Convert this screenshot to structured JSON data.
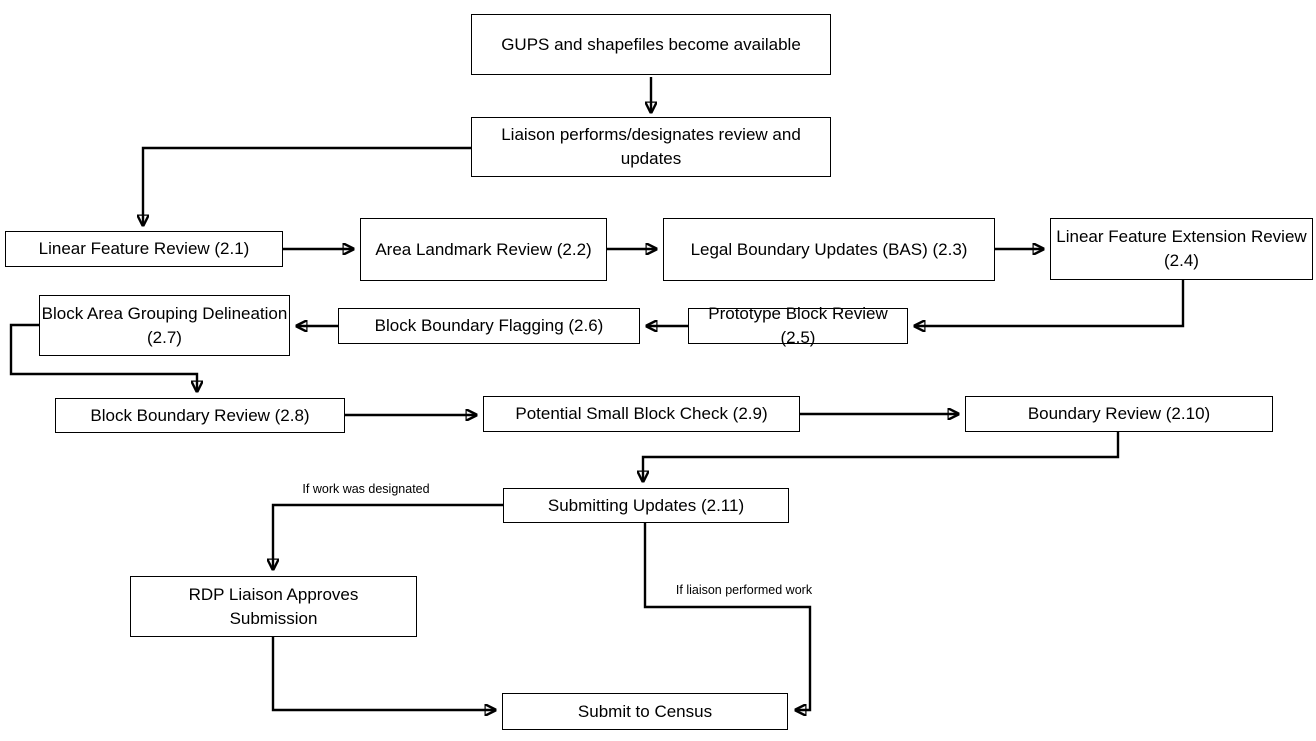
{
  "diagram": {
    "title_hint": "RDP GUPS review and submission flowchart",
    "colors": {
      "background": "#ffffff",
      "box_fill": "#ffffff",
      "box_border": "#000000",
      "line": "#000000",
      "text": "#000000"
    },
    "nodes": {
      "gups": {
        "label": "GUPS and shapefiles become available"
      },
      "liaison": {
        "label": "Liaison performs/designates review and updates"
      },
      "linear_feature_review": {
        "label": "Linear Feature Review (2.1)"
      },
      "area_landmark_review": {
        "label": "Area Landmark Review (2.2)"
      },
      "legal_boundary_updates": {
        "label": "Legal Boundary Updates (BAS) (2.3)"
      },
      "linear_feature_extension_review": {
        "label": "Linear Feature Extension Review (2.4)"
      },
      "prototype_block_review": {
        "label": "Prototype Block Review (2.5)"
      },
      "block_boundary_flagging": {
        "label": "Block Boundary Flagging (2.6)"
      },
      "block_area_grouping_delineation": {
        "label": "Block Area Grouping Delineation (2.7)"
      },
      "block_boundary_review": {
        "label": "Block Boundary Review (2.8)"
      },
      "potential_small_block_check": {
        "label": "Potential Small Block Check (2.9)"
      },
      "boundary_review": {
        "label": "Boundary Review (2.10)"
      },
      "submitting_updates": {
        "label": "Submitting Updates (2.11)"
      },
      "rdp_liaison_approves": {
        "label": "RDP Liaison Approves Submission"
      },
      "submit_to_census": {
        "label": "Submit to Census"
      }
    },
    "edge_labels": {
      "work_designated": "If work was designated",
      "liaison_performed": "If liaison performed work"
    }
  }
}
